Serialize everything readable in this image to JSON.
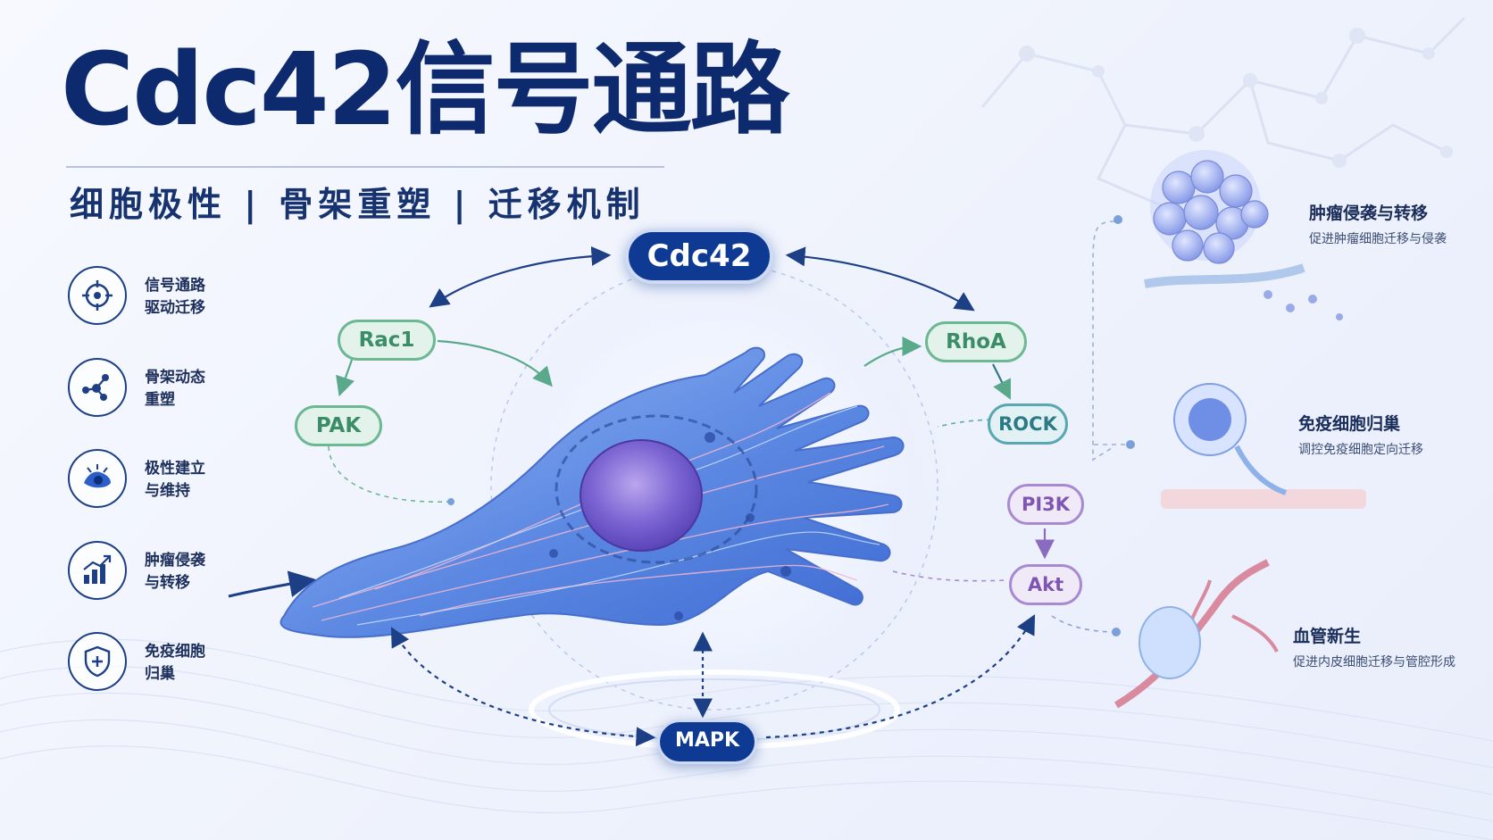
{
  "header": {
    "title": "Cdc42信号通路",
    "subtitle": "细胞极性 | 骨架重塑 | 迁移机制"
  },
  "features": [
    {
      "line1": "信号通路",
      "line2": "驱动迁移",
      "icon": "crosshair-icon"
    },
    {
      "line1": "骨架动态",
      "line2": "重塑",
      "icon": "network-icon"
    },
    {
      "line1": "极性建立",
      "line2": "与维持",
      "icon": "cell-icon"
    },
    {
      "line1": "肿瘤侵袭",
      "line2": "与转移",
      "icon": "bar-chart-icon"
    },
    {
      "line1": "免疫细胞",
      "line2": "归巢",
      "icon": "shield-icon"
    }
  ],
  "nodes": {
    "cdc42": "Cdc42",
    "rac1": "Rac1",
    "pak": "PAK",
    "rhoa": "RhoA",
    "rock": "ROCK",
    "pi3k": "PI3K",
    "akt": "Akt",
    "mapk": "MAPK"
  },
  "effects": [
    {
      "title": "肿瘤侵袭与转移",
      "desc": "促进肿瘤细胞迁移与侵袭"
    },
    {
      "title": "免疫细胞归巢",
      "desc": "调控免疫细胞定向迁移"
    },
    {
      "title": "血管新生",
      "desc": "促进内皮细胞迁移与管腔形成"
    }
  ],
  "colors": {
    "navy": "#0f3a93",
    "green": "#6cb892",
    "teal": "#5aa7b4",
    "purple": "#a88ad2",
    "cell": "#4f7fe0"
  }
}
